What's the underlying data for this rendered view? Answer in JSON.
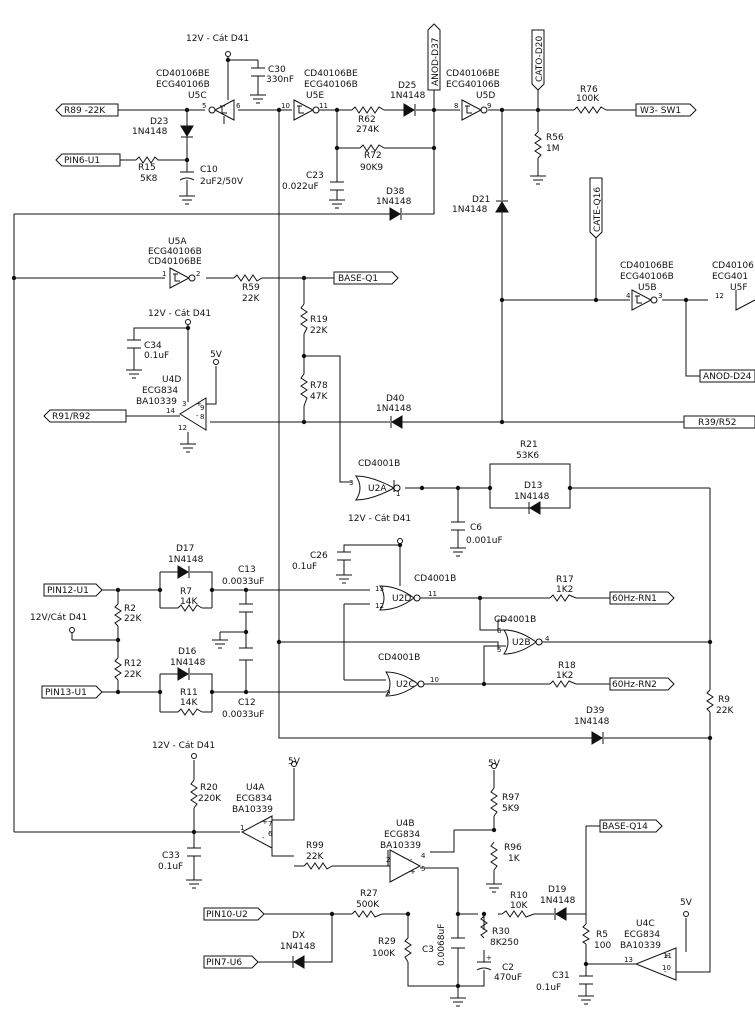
{
  "components": {
    "u5c": [
      "CD40106BE",
      "ECG40106B",
      "U5C"
    ],
    "u5e": [
      "CD40106BE",
      "ECG40106B",
      "U5E"
    ],
    "u5d": [
      "CD40106BE",
      "ECG40106B",
      "U5D"
    ],
    "u5b": [
      "CD40106BE",
      "ECG40106B",
      "U5B"
    ],
    "u5f": [
      "CD40106",
      "ECG401",
      "U5F"
    ],
    "u5a": [
      "U5A",
      "ECG40106B",
      "CD40106BE"
    ],
    "u4d": [
      "U4D",
      "ECG834",
      "BA10339"
    ],
    "u4a": [
      "U4A",
      "ECG834",
      "BA10339"
    ],
    "u4b": [
      "U4B",
      "ECG834",
      "BA10339"
    ],
    "u4c": [
      "U4C",
      "ECG834",
      "BA10339"
    ],
    "u2a": [
      "CD4001B",
      "U2A"
    ],
    "u2d": [
      "CD4001B",
      "U2D"
    ],
    "u2b": [
      "CD4001B",
      "U2B"
    ],
    "u2c": [
      "CD4001B",
      "U2C"
    ],
    "c30": [
      "C30",
      "330nF"
    ],
    "c10": [
      "C10",
      "2uF2/50V"
    ],
    "c23": [
      "C23",
      "0.022uF"
    ],
    "c34": [
      "C34",
      "0.1uF"
    ],
    "c6": [
      "C6",
      "0.001uF"
    ],
    "c26": [
      "C26",
      "0.1uF"
    ],
    "c13": [
      "C13",
      "0.0033uF"
    ],
    "c12": [
      "C12",
      "0.0033uF"
    ],
    "c33": [
      "C33",
      "0.1uF"
    ],
    "c3": [
      "C3",
      "0.0068uF"
    ],
    "c2": [
      "C2",
      "470uF"
    ],
    "c31": [
      "C31",
      "0.1uF"
    ],
    "r62": [
      "R62",
      "274K"
    ],
    "r72": [
      "R72",
      "90K9"
    ],
    "r76": [
      "R76",
      "100K"
    ],
    "r56": [
      "R56",
      "1M"
    ],
    "r15": [
      "R15",
      "5K8"
    ],
    "r59": [
      "R59",
      "22K"
    ],
    "r19": [
      "R19",
      "22K"
    ],
    "r78": [
      "R78",
      "47K"
    ],
    "r21": [
      "R21",
      "53K6"
    ],
    "r7": [
      "R7",
      "14K"
    ],
    "r11": [
      "R11",
      "14K"
    ],
    "r2": [
      "R2",
      "22K"
    ],
    "r12": [
      "R12",
      "22K"
    ],
    "r17": [
      "R17",
      "1K2"
    ],
    "r18": [
      "R18",
      "1K2"
    ],
    "r9": [
      "R9",
      "22K"
    ],
    "r20": [
      "R20",
      "220K"
    ],
    "r97": [
      "R97",
      "5K9"
    ],
    "r96": [
      "R96",
      "1K"
    ],
    "r99": [
      "R99",
      "22K"
    ],
    "r27": [
      "R27",
      "500K"
    ],
    "r29": [
      "R29",
      "100K"
    ],
    "r10": [
      "R10",
      "10K"
    ],
    "r30": [
      "R30",
      "8K250"
    ],
    "r5": [
      "R5",
      "100"
    ],
    "d23": [
      "D23",
      "1N4148"
    ],
    "d25": [
      "D25",
      "1N4148"
    ],
    "d38": [
      "D38",
      "1N4148"
    ],
    "d21": [
      "D21",
      "1N4148"
    ],
    "d40": [
      "D40",
      "1N4148"
    ],
    "d13": [
      "D13",
      "1N4148"
    ],
    "d17": [
      "D17",
      "1N4148"
    ],
    "d16": [
      "D16",
      "1N4148"
    ],
    "d39": [
      "D39",
      "1N4148"
    ],
    "d19": [
      "D19",
      "1N4148"
    ],
    "dx": [
      "DX",
      "1N4148"
    ]
  },
  "supplies": {
    "v12_d41_top": "12V - Cát D41",
    "v12_d41_u4d": "12V - Cát D41",
    "v12_d41_c26": "12V - Cát D41",
    "v12_d41_r2": "12V/Cát D41",
    "v12_d41_r20": "12V - Cát D41",
    "v5_u4d": "5V",
    "v5_u4a": "5V",
    "v5_r97": "5V",
    "v5_u4c": "5V"
  },
  "connectors": {
    "r89": "R89 -22K",
    "pin6": "PIN6-U1",
    "w3": "W3- SW1",
    "base_q1": "BASE-Q1",
    "r91": "R91/R92",
    "r39": "R39/R52",
    "anod_d24": "ANOD-D24",
    "pin12": "PIN12-U1",
    "pin13": "PIN13-U1",
    "rn1": "60Hz-RN1",
    "rn2": "60Hz-RN2",
    "base_q14": "BASE-Q14",
    "pin10": "PIN10-U2",
    "pin7": "PIN7-U6",
    "anod_d37": "ANOD-D37",
    "cato_d20": "CATO-D20",
    "cate_q16": "CATE-Q16"
  },
  "pins": {
    "u5c_in": "6",
    "u5c_out": "5",
    "u5e_in": "10",
    "u5e_out": "11",
    "u5d_in": "8",
    "u5d_out": "9",
    "u5b_in": "4",
    "u5b_out": "3",
    "u5f_in": "12",
    "u5a_in": "1",
    "u5a_out": "2",
    "u4d_p": "9",
    "u4d_n": "8",
    "u4d_out": "14",
    "u4d_vcc": "3",
    "u4d_gnd": "12",
    "u2a_a": "3",
    "u2a_b": "1",
    "u2d_a": "13",
    "u2d_b": "12",
    "u2d_out": "11",
    "u2b_a": "6",
    "u2b_b": "5",
    "u2b_out": "4",
    "u2c_b": "9",
    "u2c_out": "10",
    "u4a_p": "7",
    "u4a_n": "6",
    "u4a_out": "1",
    "u4b_a": "4",
    "u4b_b": "5",
    "u4b_out": "2",
    "u4c_a": "11",
    "u4c_b": "10",
    "u4c_out": "13"
  }
}
